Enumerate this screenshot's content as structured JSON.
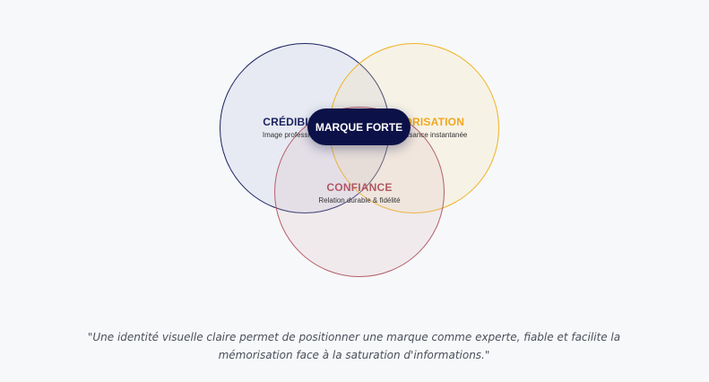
{
  "diagram": {
    "circles": [
      {
        "id": "credibilite",
        "title": "CRÉDIBILITÉ",
        "subtitle": "Image professionnelle",
        "color": "#1b2260"
      },
      {
        "id": "memorisation",
        "title": "MÉMORISATION",
        "subtitle": "Reconnaissance instantanée",
        "color": "#f0b323"
      },
      {
        "id": "confiance",
        "title": "CONFIANCE",
        "subtitle": "Relation durable & fidélité",
        "color": "#b45e68"
      }
    ],
    "center_label": "MARQUE FORTE",
    "center_color": "#0c1248"
  },
  "quote": "\"Une identité visuelle claire permet de positionner une marque comme experte, fiable et facilite la mémorisation face à la saturation d'informations.\""
}
